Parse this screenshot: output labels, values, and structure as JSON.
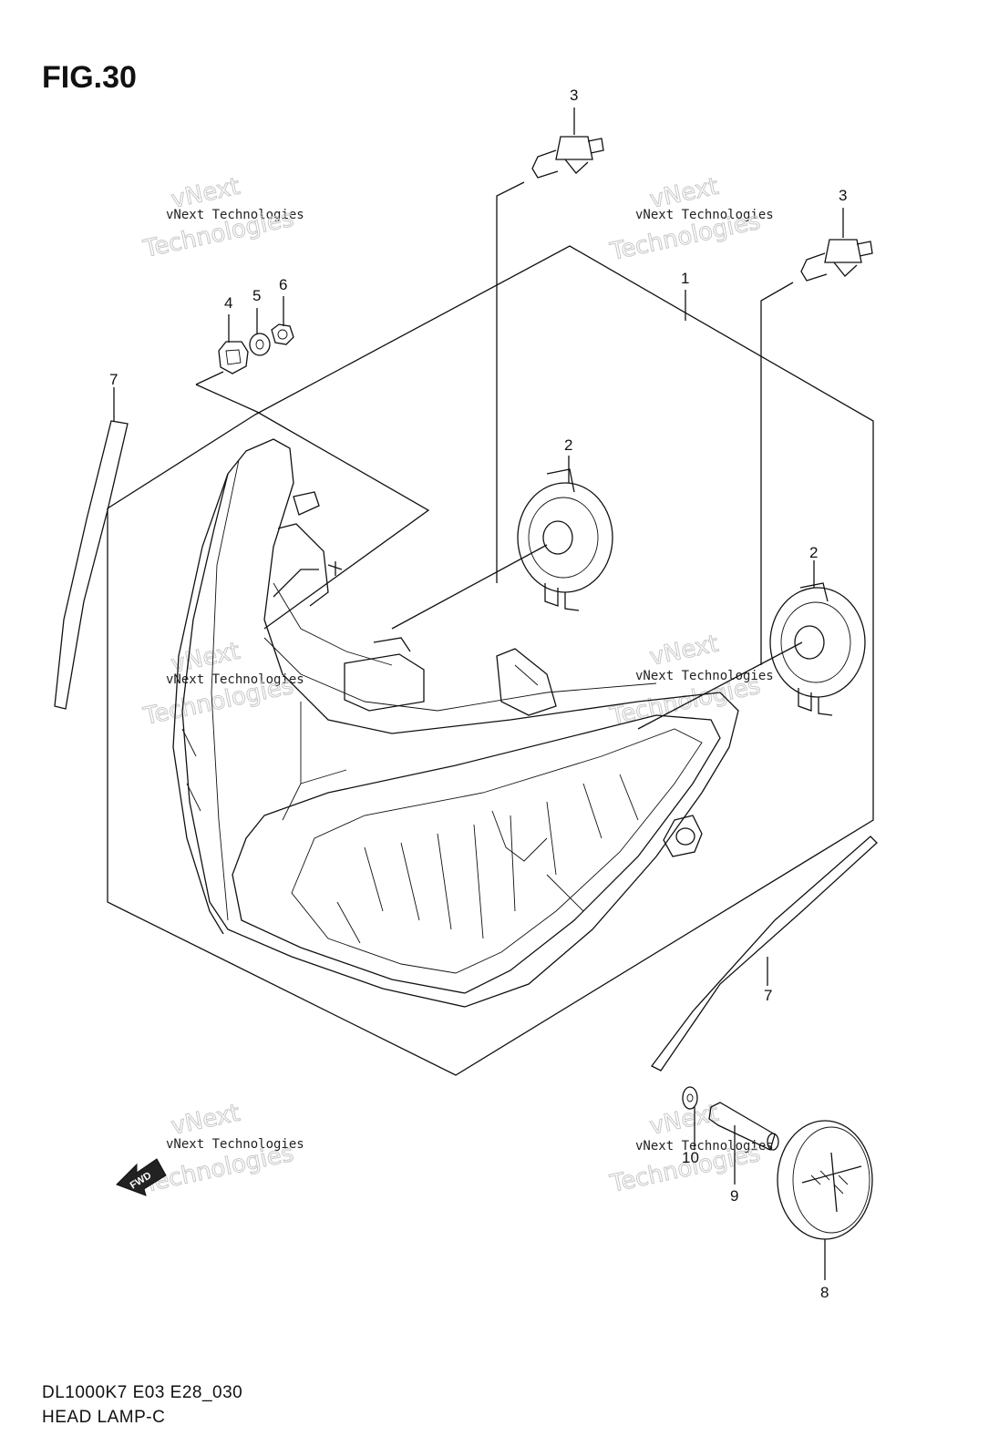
{
  "figure": {
    "title": "FIG.30",
    "model_code": "DL1000K7 E03 E28_030",
    "part_group": "HEAD LAMP-C"
  },
  "callouts": {
    "c1": "1",
    "c2a": "2",
    "c2b": "2",
    "c3a": "3",
    "c3b": "3",
    "c4": "4",
    "c5": "5",
    "c6": "6",
    "c7a": "7",
    "c7b": "7",
    "c8": "8",
    "c9": "9",
    "c10": "10"
  },
  "watermark": {
    "line_small": "vNext Technologies",
    "line_big": "Technologies",
    "line_top": "vNext"
  },
  "fwd_marker": "FWD"
}
